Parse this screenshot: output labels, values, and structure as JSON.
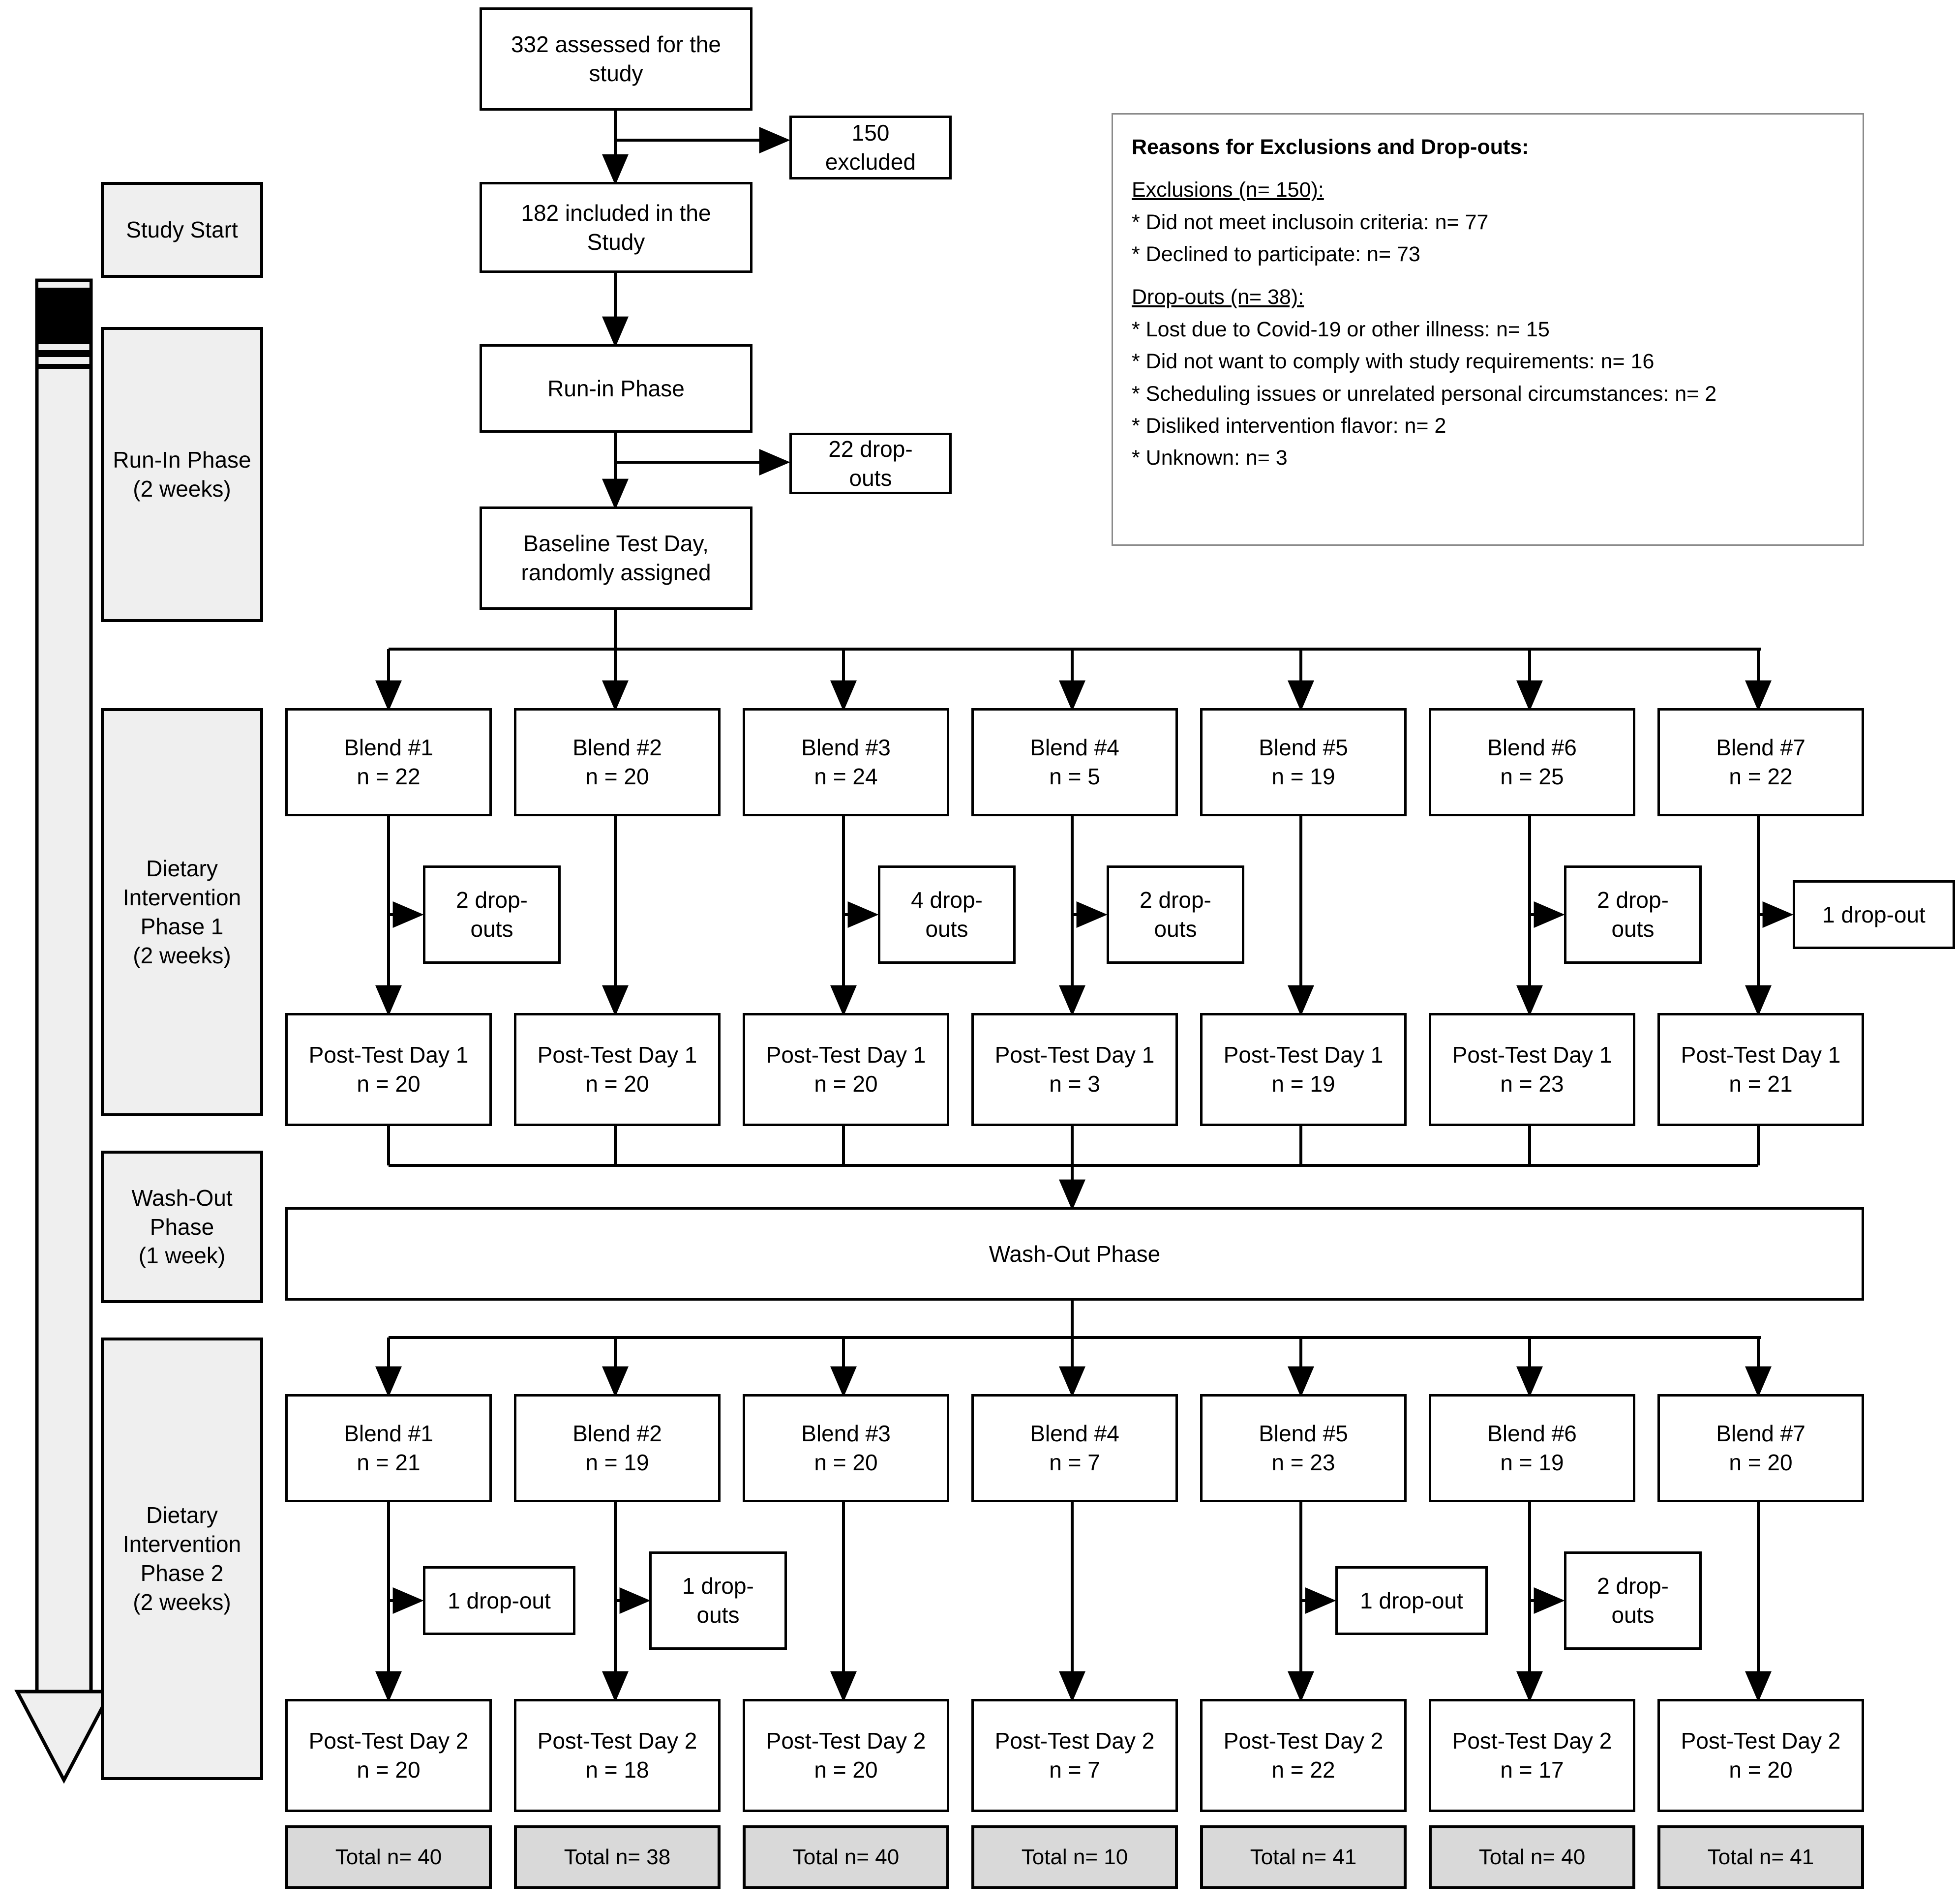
{
  "colors": {
    "line": "#000000",
    "phase_fill": "#efefef",
    "total_fill": "#d9d9d9",
    "legend_border": "#8a8a8a",
    "page_bg": "#ffffff"
  },
  "timeline_arrow": {
    "name": "study-timeline-arrow",
    "direction": "down"
  },
  "phases": [
    {
      "id": "study-start",
      "label": "Study Start"
    },
    {
      "id": "run-in",
      "label": "Run-In Phase\n(2 weeks)",
      "line1": "Run-In Phase",
      "line2": "(2 weeks)"
    },
    {
      "id": "phase1",
      "line1": "Dietary",
      "line2": "Intervention",
      "line3": "Phase 1",
      "line4": "(2 weeks)"
    },
    {
      "id": "washout",
      "line1": "Wash-Out",
      "line2": "Phase",
      "line3": "(1 week)"
    },
    {
      "id": "phase2",
      "line1": "Dietary",
      "line2": "Intervention",
      "line3": "Phase 2",
      "line4": "(2 weeks)"
    }
  ],
  "top": {
    "assessed": {
      "line1": "332 assessed for the",
      "line2": "study"
    },
    "excluded": {
      "line1": "150",
      "line2": "excluded"
    },
    "included": {
      "line1": "182 included in the",
      "line2": "Study"
    },
    "runin": {
      "line1": "Run-in Phase"
    },
    "runin_dropouts": {
      "line1": "22 drop-",
      "line2": "outs"
    },
    "baseline": {
      "line1": "Baseline Test Day,",
      "line2": "randomly assigned"
    }
  },
  "legend": {
    "title": "Reasons for Exclusions and Drop-outs:",
    "exclusions_header": "Exclusions (n= 150):",
    "exclusions": [
      "* Did not meet inclusoin criteria: n= 77",
      "* Declined to participate: n= 73"
    ],
    "dropouts_header": "Drop-outs (n= 38):",
    "dropouts": [
      "* Lost due to Covid-19 or other illness: n= 15",
      "* Did not want to comply with study requirements: n= 16",
      "* Scheduling issues or unrelated personal circumstances: n= 2",
      "* Disliked intervention flavor: n= 2",
      "* Unknown: n= 3"
    ]
  },
  "washout_box": {
    "label": "Wash-Out Phase"
  },
  "phase1": {
    "blends": [
      {
        "name": "Blend #1",
        "n": "n = 22"
      },
      {
        "name": "Blend #2",
        "n": "n = 20"
      },
      {
        "name": "Blend #3",
        "n": "n = 24"
      },
      {
        "name": "Blend #4",
        "n": "n = 5"
      },
      {
        "name": "Blend #5",
        "n": "n = 19"
      },
      {
        "name": "Blend #6",
        "n": "n = 25"
      },
      {
        "name": "Blend #7",
        "n": "n = 22"
      }
    ],
    "dropouts": [
      {
        "col": 0,
        "line1": "2 drop-",
        "line2": "outs"
      },
      {
        "col": 2,
        "line1": "4 drop-",
        "line2": "outs"
      },
      {
        "col": 3,
        "line1": "2 drop-",
        "line2": "outs"
      },
      {
        "col": 5,
        "line1": "2 drop-",
        "line2": "outs"
      },
      {
        "col": 6,
        "line1": "1 drop-out",
        "line2": ""
      }
    ],
    "posttests": [
      {
        "name": "Post-Test Day 1",
        "n": "n = 20"
      },
      {
        "name": "Post-Test Day 1",
        "n": "n = 20"
      },
      {
        "name": "Post-Test Day 1",
        "n": "n = 20"
      },
      {
        "name": "Post-Test Day 1",
        "n": "n = 3"
      },
      {
        "name": "Post-Test Day 1",
        "n": "n = 19"
      },
      {
        "name": "Post-Test Day 1",
        "n": "n = 23"
      },
      {
        "name": "Post-Test Day 1",
        "n": "n = 21"
      }
    ]
  },
  "phase2": {
    "blends": [
      {
        "name": "Blend #1",
        "n": "n = 21"
      },
      {
        "name": "Blend #2",
        "n": "n = 19"
      },
      {
        "name": "Blend #3",
        "n": "n = 20"
      },
      {
        "name": "Blend #4",
        "n": "n = 7"
      },
      {
        "name": "Blend #5",
        "n": "n = 23"
      },
      {
        "name": "Blend #6",
        "n": "n = 19"
      },
      {
        "name": "Blend #7",
        "n": "n = 20"
      }
    ],
    "dropouts": [
      {
        "col": 0,
        "line1": "1 drop-out",
        "line2": ""
      },
      {
        "col": 1,
        "line1": "1 drop-",
        "line2": "outs"
      },
      {
        "col": 4,
        "line1": "1 drop-out",
        "line2": ""
      },
      {
        "col": 5,
        "line1": "2 drop-",
        "line2": "outs"
      }
    ],
    "posttests": [
      {
        "name": "Post-Test Day 2",
        "n": "n = 20"
      },
      {
        "name": "Post-Test Day 2",
        "n": "n = 18"
      },
      {
        "name": "Post-Test Day 2",
        "n": "n = 20"
      },
      {
        "name": "Post-Test Day 2",
        "n": "n = 7"
      },
      {
        "name": "Post-Test Day 2",
        "n": "n = 22"
      },
      {
        "name": "Post-Test Day 2",
        "n": "n = 17"
      },
      {
        "name": "Post-Test Day 2",
        "n": "n = 20"
      }
    ]
  },
  "totals": [
    {
      "label": "Total n= 40"
    },
    {
      "label": "Total n= 38"
    },
    {
      "label": "Total n= 40"
    },
    {
      "label": "Total n= 10"
    },
    {
      "label": "Total n= 41"
    },
    {
      "label": "Total n= 40"
    },
    {
      "label": "Total n= 41"
    }
  ]
}
